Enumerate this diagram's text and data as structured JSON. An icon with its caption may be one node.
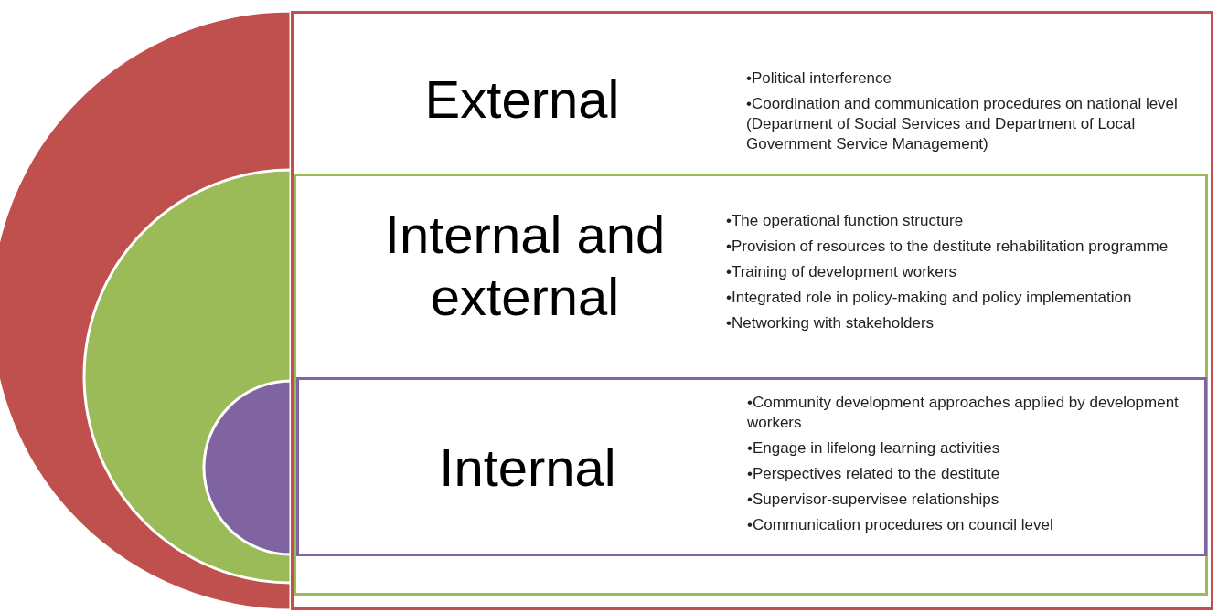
{
  "diagram": {
    "nodes": [
      {
        "text": [
          "External",
          "•Political interference",
          "•Coordination and communication procedures on national level (Department of Social Services and Department of Local Government Service Management)"
        ]
      },
      {
        "text": [
          "Internal and external",
          "•The operational function structure",
          "•Provision of resources to the destitute rehabilitation programme",
          "•Training of development workers",
          "•Integrated role in policy-making and policy implementation",
          "•Networking with stakeholders"
        ],
        "in": 0
      },
      {
        "text": [
          "Internal",
          "•Community development approaches applied by development workers",
          "•Engage in lifelong learning activities",
          "•Perspectives related to the destitute",
          "•Supervisor-supervisee relationships",
          "•Communication procedures on council level"
        ],
        "in": 1
      }
    ],
    "edges": []
  }
}
